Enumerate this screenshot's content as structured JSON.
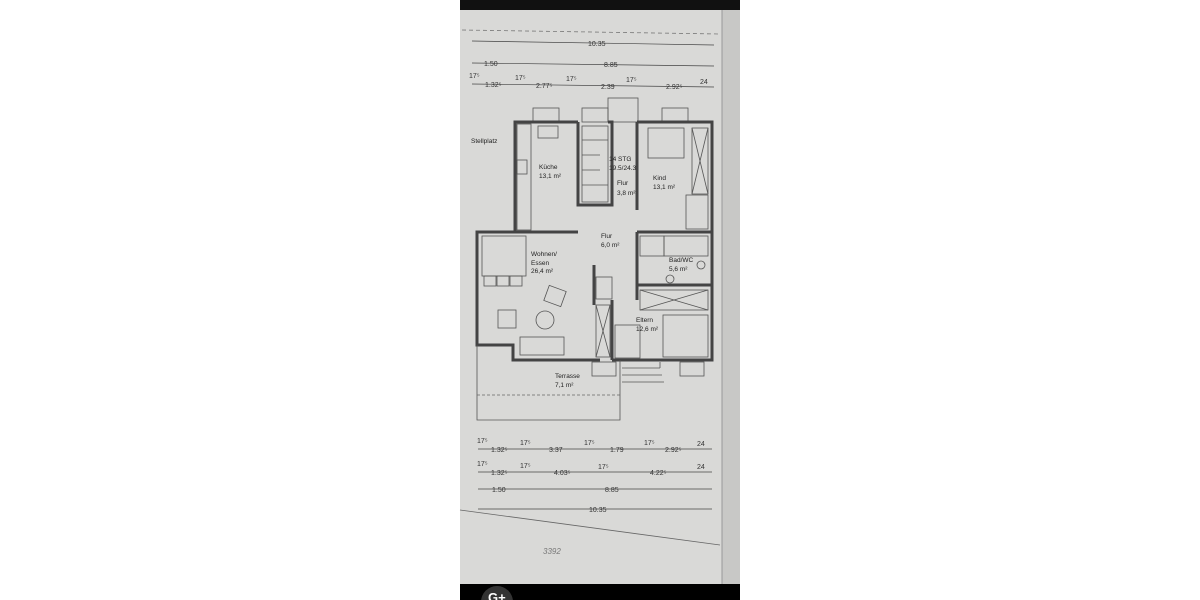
{
  "photo": {
    "top_dimensions": {
      "overall": "10.35",
      "row2": [
        "1.50",
        "8.85"
      ],
      "row3": [
        "17⁵",
        "1.32⁵",
        "17⁵",
        "2.77⁵",
        "17⁵",
        "2.39",
        "17⁵",
        "2.92⁵",
        "24"
      ]
    },
    "rooms": {
      "stellplatz": "Stellplatz",
      "kueche": {
        "name": "Küche",
        "area": "13,1 m²"
      },
      "stairs": {
        "name": "14 STG",
        "ratio": "19.5/24.3"
      },
      "flur_upper": {
        "name": "Flur",
        "area": "3,8 m²"
      },
      "kind": {
        "name": "Kind",
        "area": "13,1 m²"
      },
      "flur_lower": {
        "name": "Flur",
        "area": "6,0 m²"
      },
      "wohnen": {
        "name1": "Wohnen/",
        "name2": "Essen",
        "area": "26,4 m²"
      },
      "bad": {
        "name": "Bad/WC",
        "area": "5,6 m²"
      },
      "eltern": {
        "name": "Eltern",
        "area": "12,6 m²"
      },
      "terrasse": {
        "name": "Terrasse",
        "area": "7,1 m²"
      }
    },
    "bottom_dimensions": {
      "row1": [
        "17⁵",
        "1.32⁵",
        "17⁵",
        "3.37",
        "17⁵",
        "1.79",
        "17⁵",
        "2.92⁵",
        "24"
      ],
      "row2": [
        "17⁵",
        "1.32⁵",
        "17⁵",
        "4.03⁵",
        "17⁵",
        "4.22⁵",
        "24"
      ],
      "row3": [
        "1.50",
        "8.85"
      ],
      "overall": "10.35"
    },
    "parcel_number": "3392"
  },
  "toolbar": {
    "lens_button_label": "G+"
  }
}
